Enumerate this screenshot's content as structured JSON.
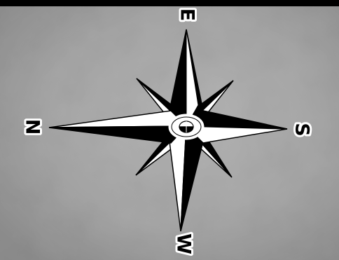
{
  "compass": {
    "labels": {
      "top": "E",
      "right": "S",
      "bottom": "W",
      "left": "N"
    }
  },
  "colors": {
    "background_gray": "#a9a9a9",
    "rose_dark": "#000000",
    "rose_light": "#ffffff"
  }
}
